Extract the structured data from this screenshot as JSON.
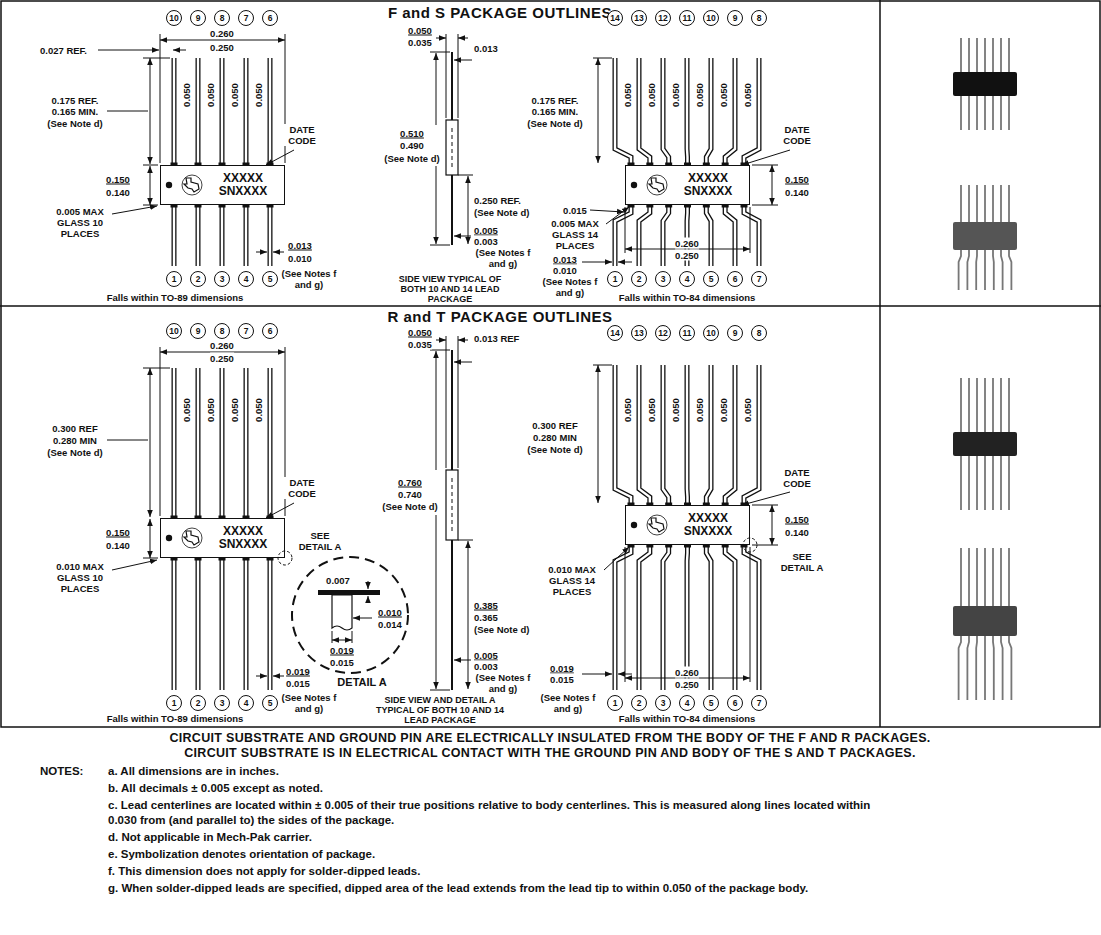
{
  "diagram": {
    "nodes": [
      {
        "text": [
          "XXXXX SNXXXX"
        ]
      },
      {
        "text": [
          "XXXXX SNXXXX"
        ]
      },
      {
        "text": [
          "XXXXX SNXXXX"
        ]
      },
      {
        "text": [
          "XXXXX SNXXXX"
        ]
      }
    ],
    "labels": [
      "F and S PACKAGE OUTLINES",
      "10",
      "9",
      "8",
      "7",
      "6",
      "0.260",
      "0.250",
      "0.027 REF.",
      "0.050",
      "0.050",
      "0.050",
      "0.050",
      "0.175 REF.",
      "0.165 MIN.",
      "(See Note d)",
      "DATE CODE",
      "0.150",
      "0.140",
      "0.005 MAX GLASS 10 PLACES",
      "0.013",
      "0.010",
      "1",
      "2",
      "3",
      "4",
      "5",
      "(See Notes f and g)",
      "Falls within TO-89 dimensions",
      "0.050",
      "0.035",
      "0.013",
      "0.510",
      "0.490",
      "(See Note d)",
      "0.250 REF.",
      "(See Note d)",
      "0.005",
      "0.003",
      "(See Notes f and g)",
      "SIDE VIEW TYPICAL OF BOTH 10 AND 14 LEAD PACKAGE",
      "14",
      "13",
      "12",
      "11",
      "10",
      "9",
      "8",
      "0.050",
      "0.050",
      "0.050",
      "0.050",
      "0.050",
      "0.050",
      "0.175 REF.",
      "0.165 MIN.",
      "(See Note d)",
      "DATE CODE",
      "0.150",
      "0.140",
      "0.015",
      "0.005 MAX GLASS 14 PLACES",
      "0.013",
      "0.010",
      "0.260",
      "0.250",
      "1",
      "2",
      "3",
      "4",
      "5",
      "6",
      "7",
      "(See Notes f and g)",
      "Falls within TO-84 dimensions",
      "R and T PACKAGE OUTLINES",
      "10",
      "9",
      "8",
      "7",
      "6",
      "0.260",
      "0.250",
      "0.050",
      "0.050",
      "0.050",
      "0.050",
      "0.300 REF",
      "0.280 MIN",
      "(See Note d)",
      "DATE CODE",
      "SEE DETAIL A",
      "0.150",
      "0.140",
      "0.010 MAX GLASS 10 PLACES",
      "0.007",
      "0.010",
      "0.014",
      "0.019",
      "0.015",
      "DETAIL A",
      "0.019",
      "0.015",
      "1",
      "2",
      "3",
      "4",
      "5",
      "(See Notes f and g)",
      "Falls within TO-89 dimensions",
      "0.050",
      "0.035",
      "0.013 REF",
      "0.760",
      "0.740",
      "(See Note d)",
      "0.385",
      "0.365",
      "(See Note d)",
      "0.005",
      "0.003",
      "(See Notes f and g)",
      "SIDE VIEW AND DETAIL A TYPICAL OF BOTH 10 AND 14 LEAD PACKAGE",
      "14",
      "13",
      "12",
      "11",
      "10",
      "9",
      "8",
      "0.050",
      "0.050",
      "0.050",
      "0.050",
      "0.050",
      "0.050",
      "0.300 REF",
      "0.280 MIN",
      "(See Note d)",
      "DATE CODE",
      "0.150",
      "0.140",
      "SEE DETAIL A",
      "0.010 MAX GLASS 14 PLACES",
      "0.019",
      "0.015",
      "0.260",
      "0.250",
      "1",
      "2",
      "3",
      "4",
      "5",
      "6",
      "7",
      "(See Notes f and g)",
      "Falls within TO-84 dimensions",
      "CIRCUIT SUBSTRATE AND GROUND PIN ARE ELECTRICALLY INSULATED FROM THE BODY OF THE F AND R PACKAGES.",
      "CIRCUIT SUBSTRATE IS IN ELECTRICAL CONTACT WITH THE GROUND PIN AND BODY OF THE S AND T PACKAGES.",
      "NOTES:",
      "a. All dimensions are in inches.",
      "b. All decimals ± 0.005 except as noted.",
      "c. Lead centerlines are located within ± 0.005 of their true positions relative to body centerlines. This is measured along lines located within 0.030 from (and parallel to) the sides of the package.",
      "d. Not applicable in Mech-Pak carrier.",
      "e. Symbolization denotes orientation of package.",
      "f. This dimension does not apply for solder-dipped leads.",
      "g. When solder-dipped leads are specified, dipped area of the lead extends from the lead tip to within 0.050 of the package body."
    ]
  }
}
